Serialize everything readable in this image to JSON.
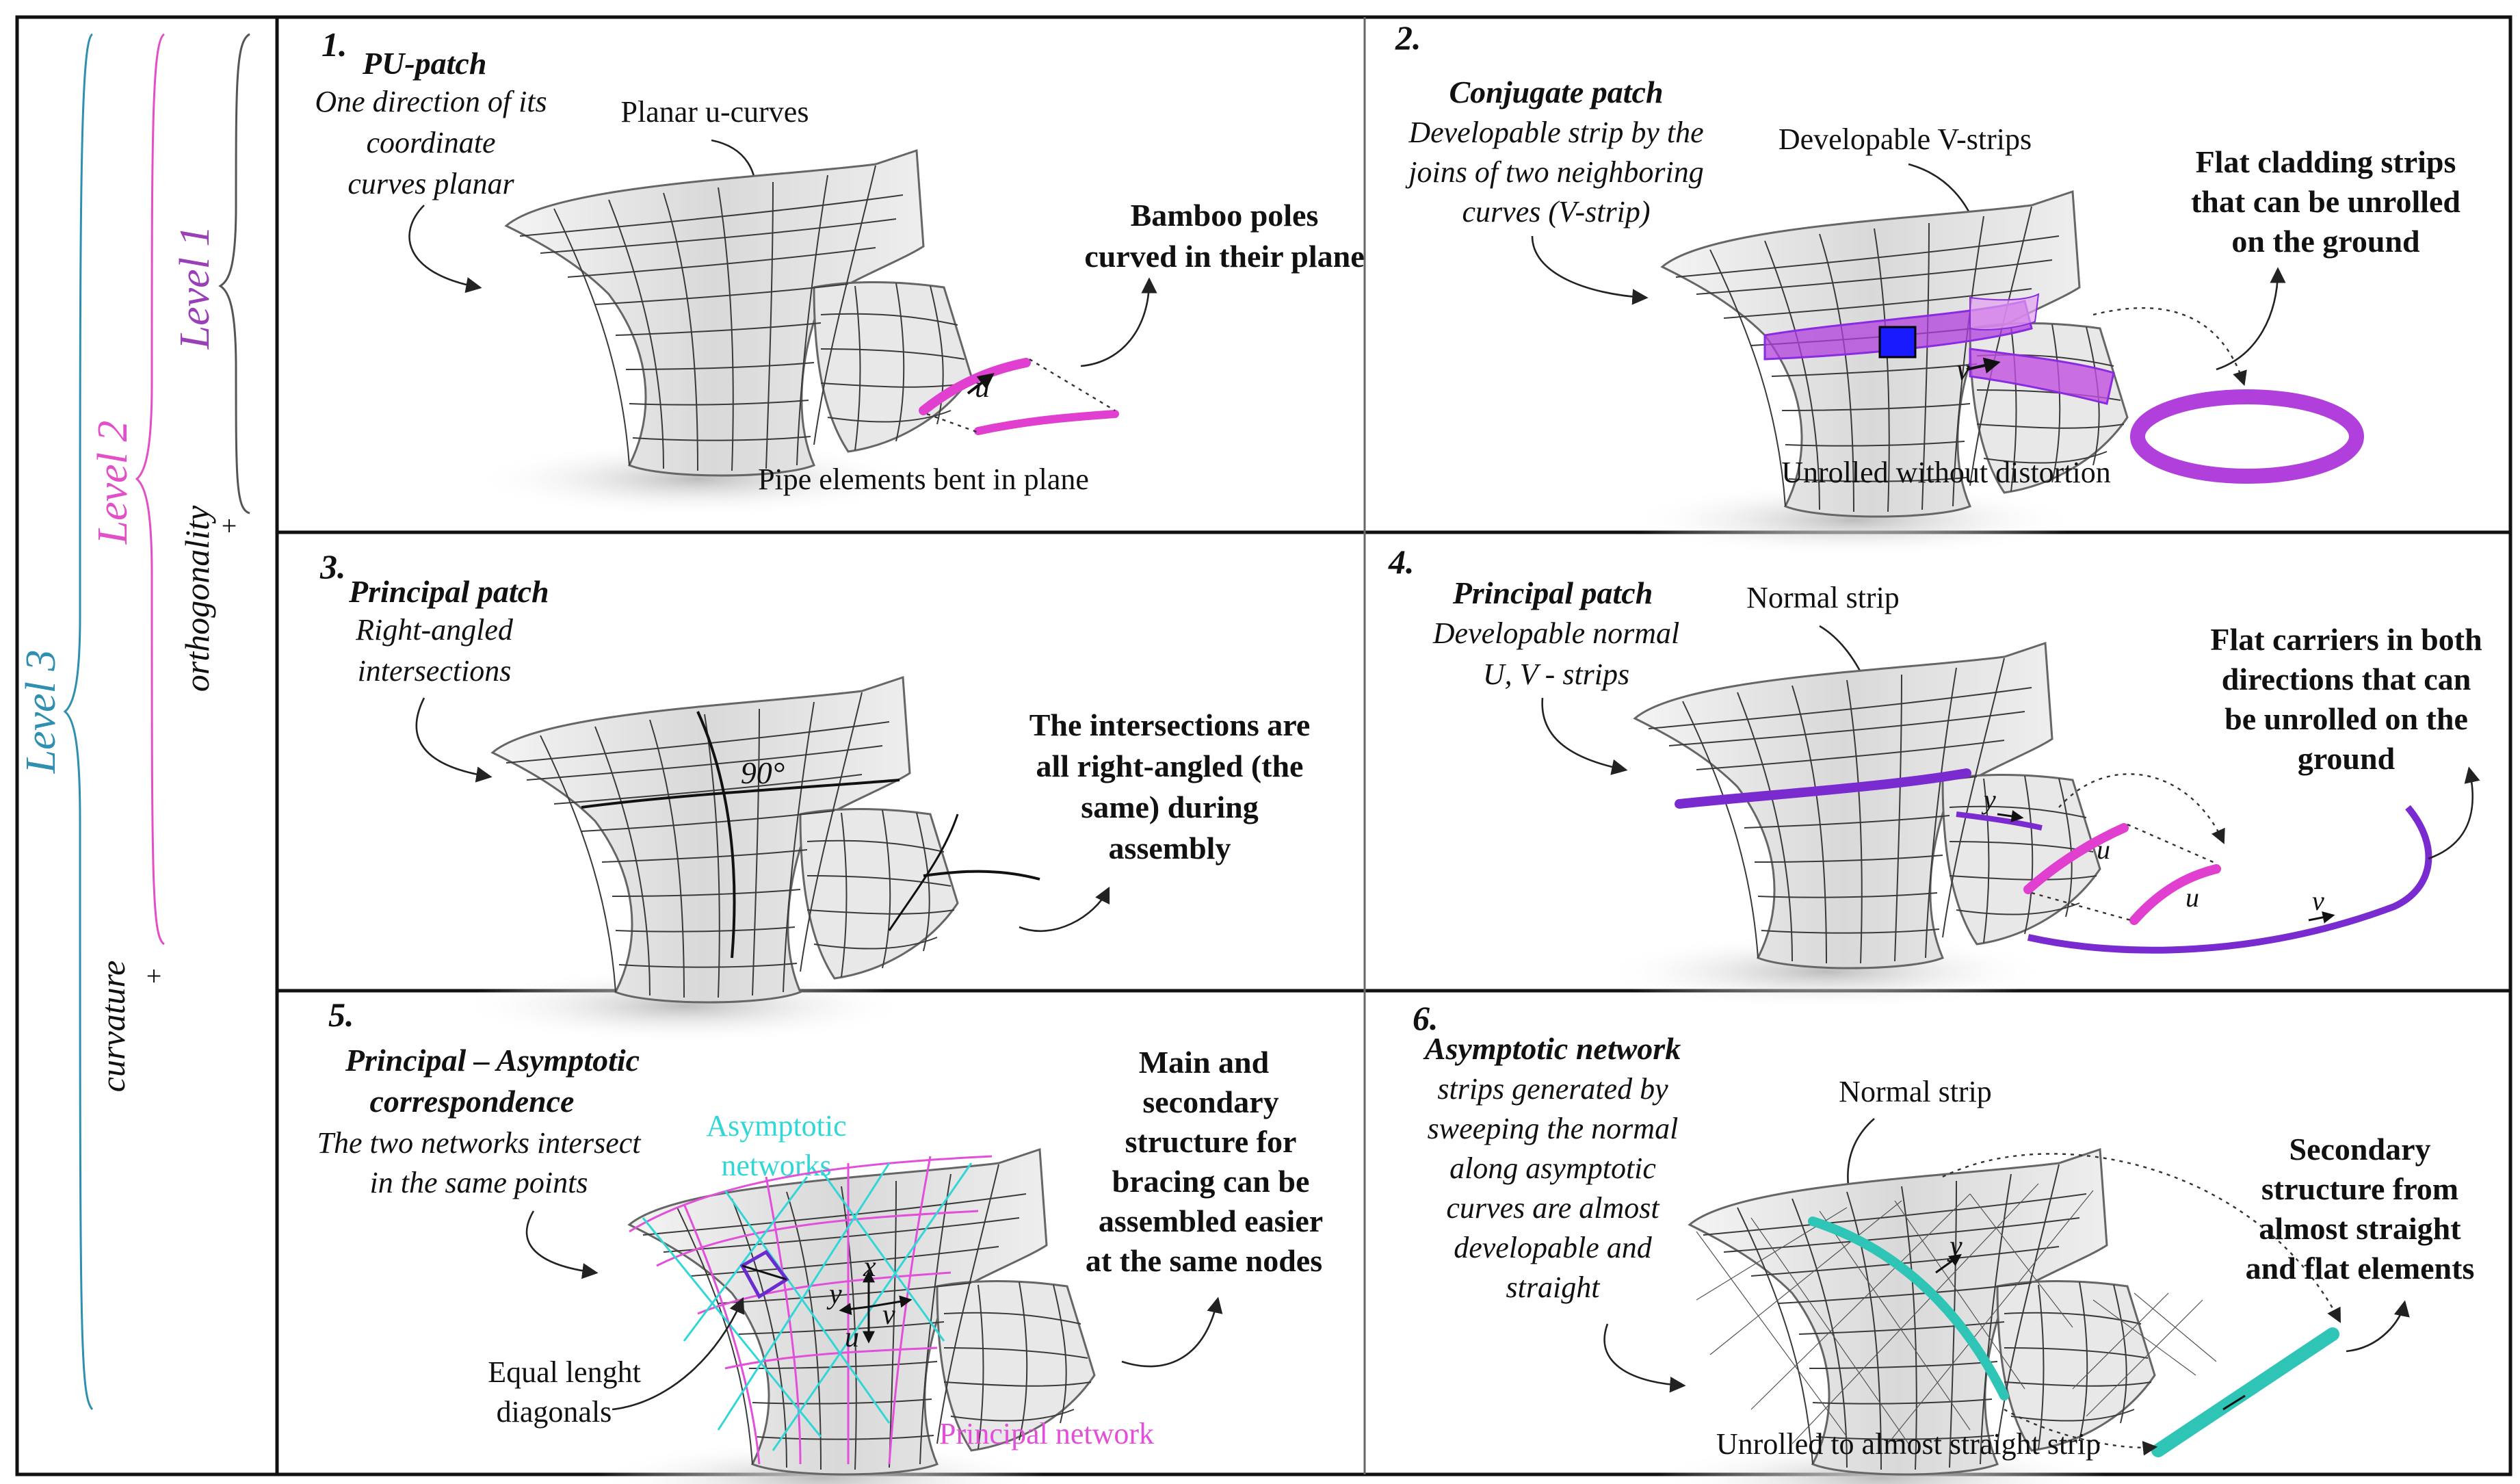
{
  "colors": {
    "level1": "#9b3fb8",
    "level2": "#e24fc8",
    "level3": "#2e8fb0",
    "magenta": "#e03fcf",
    "violet": "#8a2be2",
    "blue_square": "#1a1aff",
    "teal": "#2ec4b6",
    "cyan_label": "#33d6d6",
    "principal_label": "#e24fd9"
  },
  "sidebar": {
    "level1": "Level 1",
    "level2": "Level 2",
    "level3": "Level 3",
    "orthogonality": "orthogonality",
    "curvature": "curvature",
    "plus": "+"
  },
  "panels": [
    {
      "num": "1.",
      "title": "PU-patch",
      "desc": [
        "One direction of its",
        "coordinate",
        "curves planar"
      ],
      "callout": "Planar u-curves",
      "result": [
        "Bamboo poles",
        "curved in their plane"
      ],
      "bottom": "Pipe elements bent in plane",
      "labels": [
        "u"
      ]
    },
    {
      "num": "2.",
      "title": "Conjugate patch",
      "desc": [
        "Developable strip by the",
        "joins of two neighboring",
        "curves (V-strip)"
      ],
      "callout": "Developable V-strips",
      "result": [
        "Flat cladding strips",
        "that can be unrolled",
        "on the ground"
      ],
      "bottom": "Unrolled without distortion",
      "labels": [
        "v"
      ]
    },
    {
      "num": "3.",
      "title": "Principal patch",
      "desc": [
        "Right-angled",
        "intersections"
      ],
      "callout": "90°",
      "result": [
        "The intersections are",
        "all right-angled (the",
        "same) during",
        "assembly"
      ],
      "bottom": "",
      "labels": []
    },
    {
      "num": "4.",
      "title": "Principal patch",
      "desc": [
        "Developable normal",
        "U, V - strips"
      ],
      "callout": "Normal strip",
      "result": [
        "Flat carriers in both",
        "directions that can",
        "be unrolled on the",
        "ground"
      ],
      "bottom": "",
      "labels": [
        "y",
        "u",
        "u",
        "v"
      ]
    },
    {
      "num": "5.",
      "title": [
        "Principal – Asymptotic",
        "correspondence"
      ],
      "desc": [
        "The two networks intersect",
        "in the same points"
      ],
      "callout": [
        "Asymptotic",
        "networks"
      ],
      "callout2": [
        "Equal lenght",
        "diagonals"
      ],
      "callout3": "Principal network",
      "result": [
        "Main and",
        "secondary",
        "structure for",
        "bracing can be",
        "assembled easier",
        "at the same nodes"
      ],
      "labels": [
        "x",
        "y",
        "v",
        "u"
      ]
    },
    {
      "num": "6.",
      "title": "Asymptotic network",
      "desc": [
        "strips generated by",
        "sweeping the normal",
        "along asymptotic",
        "curves are almost",
        "developable and",
        "straight"
      ],
      "callout": "Normal strip",
      "result": [
        "Secondary",
        "structure from",
        "almost straight",
        "and flat elements"
      ],
      "bottom": "Unrolled to almost straight strip",
      "labels": [
        "y"
      ]
    }
  ]
}
